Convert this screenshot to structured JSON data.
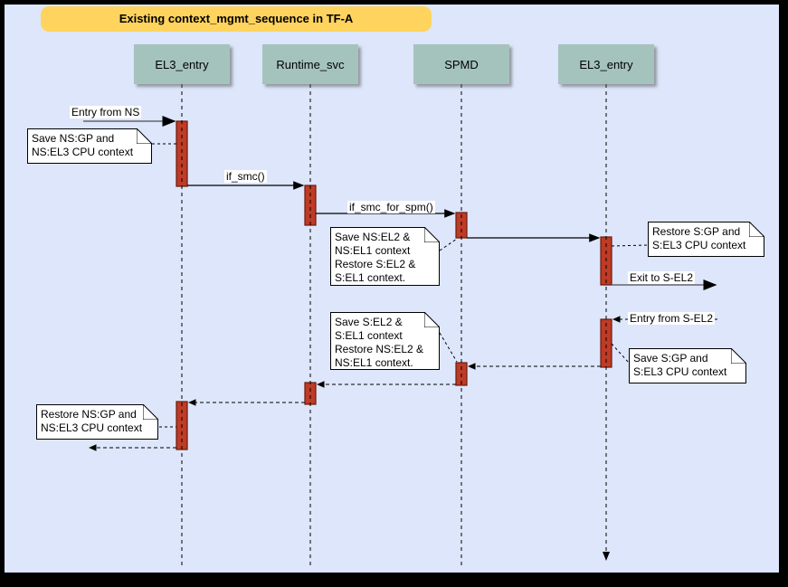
{
  "diagram": {
    "title": "Existing context_mgmt_sequence in TF-A",
    "lifelines": [
      {
        "label": "EL3_entry"
      },
      {
        "label": "Runtime_svc"
      },
      {
        "label": "SPMD"
      },
      {
        "label": "EL3_entry"
      }
    ],
    "messages": {
      "entry_from_ns": "Entry from NS",
      "if_smc": "if_smc()",
      "if_smc_for_spm": "if_smc_for_spm()",
      "exit_to_s_el2": "Exit to S-EL2",
      "entry_from_s_el2": "Entry from S-EL2"
    },
    "notes": {
      "save_ns_gp": {
        "lines": [
          "Save NS:GP and",
          "NS:EL3 CPU context"
        ]
      },
      "save_ns_el2": {
        "lines": [
          "Save NS:EL2 &",
          "NS:EL1 context",
          "Restore S:EL2 &",
          "S:EL1 context."
        ]
      },
      "restore_s_gp": {
        "lines": [
          "Restore S:GP and",
          "S:EL3 CPU context"
        ]
      },
      "save_s_gp": {
        "lines": [
          "Save S:GP and",
          "S:EL3 CPU context"
        ]
      },
      "save_s_el2": {
        "lines": [
          "Save S:EL2 &",
          "S:EL1 context",
          "Restore NS:EL2 &",
          "NS:EL1 context."
        ]
      },
      "restore_ns_gp": {
        "lines": [
          "Restore NS:GP and",
          "NS:EL3 CPU context"
        ]
      }
    },
    "colors": {
      "canvas_bg": "#dde6fa",
      "frame": "#000000",
      "title_bg": "#ffd45e",
      "header_bg": "#a5c3bd",
      "activation_fill": "#bf3b26",
      "activation_border": "#6b1a0c",
      "note_bg": "#ffffff",
      "edge_gray": "#666666",
      "edge_black": "#000000"
    }
  }
}
